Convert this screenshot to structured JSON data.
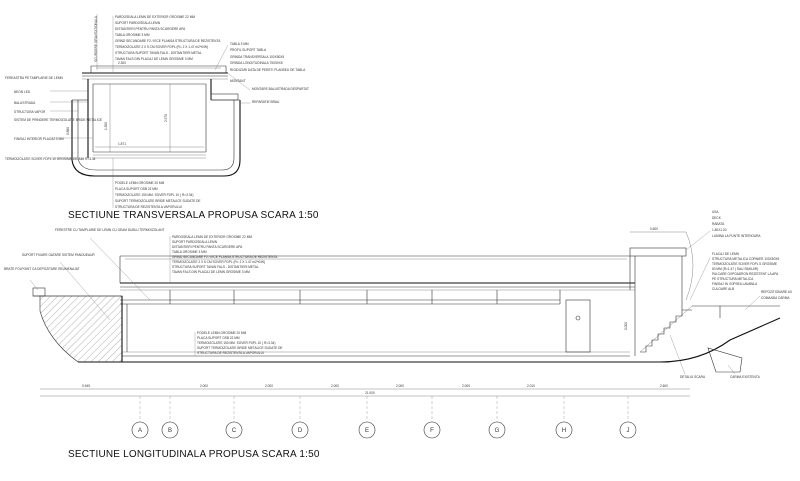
{
  "transversal": {
    "title": "SECTIUNE TRANSVERSALA PROPUSA SCARA 1:50",
    "vertical_label": "SCURGERE GRAVITATIONALA",
    "notes_top": [
      "PARDOSEALA LEMN DE EXTERIOR GROSIME 22 MM",
      "SUPORT PARDOSEALA LEMN",
      "DISTANTIERI PENTRU PANTA SCURGERE APA",
      "TABLA GROSIME 3 MM",
      "GRIND SECUNDARE F2 / IECE PLANSA STRUCTURA DE REZISTENTA",
      "TERMOIZOLATIE 2 X 5 CM SOVER FDPL (R= 2 X 1.47 m2*K/W)",
      "STRUCTURA SUPORT TAVAN FALS - DISTANTIERI METAL",
      "TAVAN FALS DIN PLACAJ DE LEMN GROSIME 3 MM"
    ],
    "notes_left": [
      "FEREASTRA PE TAMPLARIE DE LEMN",
      "NEON LED",
      "BALUSTRADA",
      "STRUCTURA VAPOR",
      "SISTEM DE PRINDERE TERMOIZOLATIE BRIDE METALICE",
      "FINISAJ INTERIOR PLACAJ 3 MM",
      "TERMOIZOLATIE SOVER FDPL 10 GROSIME 150 MM  R=3.34"
    ],
    "notes_right": [
      "TABLA 3 MM",
      "PROFIL SUPORT TABLA",
      "GRINDA TRANSVERSALA 100X50X5",
      "GRINDA LONGITUDINALA 75X50X5",
      "RIGIDIZARI DATA DE PERETI PLANSEU DE TABLA",
      "MONTANT",
      "MONTARE BALUSTRADA DESPARTAT",
      "REPARATIE BRAU"
    ],
    "notes_bottom": [
      "PODELE LEMN GROSIME 20 MM",
      "PLACA SUPORT OSB 22 MM",
      "TERMOIZOLATIE 150 MM. SOVER FDPL 10 ( R=3.34)",
      "SUPORT TERMOIZOLATIE BRIDE METALICE SUDATE DE",
      "STRUCTURA DE REZISTENTA A VAPORULUI"
    ],
    "dims": [
      "2.300",
      "1.300",
      "2.570",
      "1.871",
      "0.880"
    ]
  },
  "longitudinal": {
    "title": "SECTIUNE LONGITUDINALA PROPUSA SCARA 1:50",
    "notes_left": [
      "FERESTRE CU TAMPLARIE DE LEMN CU GEAM DUBLU TERMOIZOLANT",
      "SUPORT FIXARE GATARE SISTEM PANOUEAUR",
      "BRATE FOLPOINT CA DEPOZITARE REUMENAJAT"
    ],
    "notes_top": [
      "PARDOSEALA LEMN DE EXTERIOR GROSIME 22 MM",
      "SUPORT PARDOSEALA LEMN",
      "DISTANTIERI PENTRU PANTA SCURGERE APA",
      "TABLA GROSIME 3 MM",
      "GRIND SECUNDARE F2 / IECE PLANSA STRUCTURA DE REZISTENTA",
      "TERMOIZOLATIE 2 X 5 CM SOVER FDPL (R= 2 X 1.47 m2*K/W)",
      "STRUCTURA SUPORT TAVAN FALS - DISTANTIERI METAL",
      "TAVAN FALS DIN PLACAJ DE LEMN GROSIME 3 MM"
    ],
    "notes_mid": [
      "PODELE LEMN GROSIME 20 MM",
      "PLACA SUPORT OSB 22 MM",
      "TERMOIZOLATIE 150 MM. SOVER FDPL 10 ( R=3.34)",
      "SUPORT TERMOIZOLATIE BRIDE METALICE SUDATE DE",
      "STRUCTURA DE REZISTENTA A VAPORULUI"
    ],
    "notes_right_top": [
      "USA",
      "DECK",
      "RABATA",
      "1.80X1.00",
      "LUMINA LA PUNTE INTERIOARA"
    ],
    "notes_right": [
      "FLACAJ DE LEMN",
      "STRUCTURA METALICA CORNIER 100X50X5",
      "TERMOIZOLATIE SOVER FDPL 5 GROSIME",
      "50 MM (R=1.47 ) SAU SIMILAR)",
      "PALCARE OXPOADRON REZISTENT LA APA",
      "PE STRUCTURA METALICA",
      "FINISAJ IN VOPSEA LAVABILA",
      "CULOARE ALB"
    ],
    "notes_far_right": [
      "REPOZITIONARE AX",
      "COMANDA CARMA"
    ],
    "notes_bottom_right": [
      "DETALIU SCARA",
      "CARMA EXISTENTA"
    ],
    "dims_segments": [
      "0.945",
      "2.000",
      "2.000",
      "2.000",
      "2.000",
      "2.000",
      "2.010",
      "2.600"
    ],
    "dim_total": "21.000",
    "dims_top_right": [
      "0.600",
      "0.000"
    ],
    "axes": [
      "A",
      "B",
      "C",
      "D",
      "E",
      "F",
      "G",
      "H",
      "J"
    ]
  }
}
